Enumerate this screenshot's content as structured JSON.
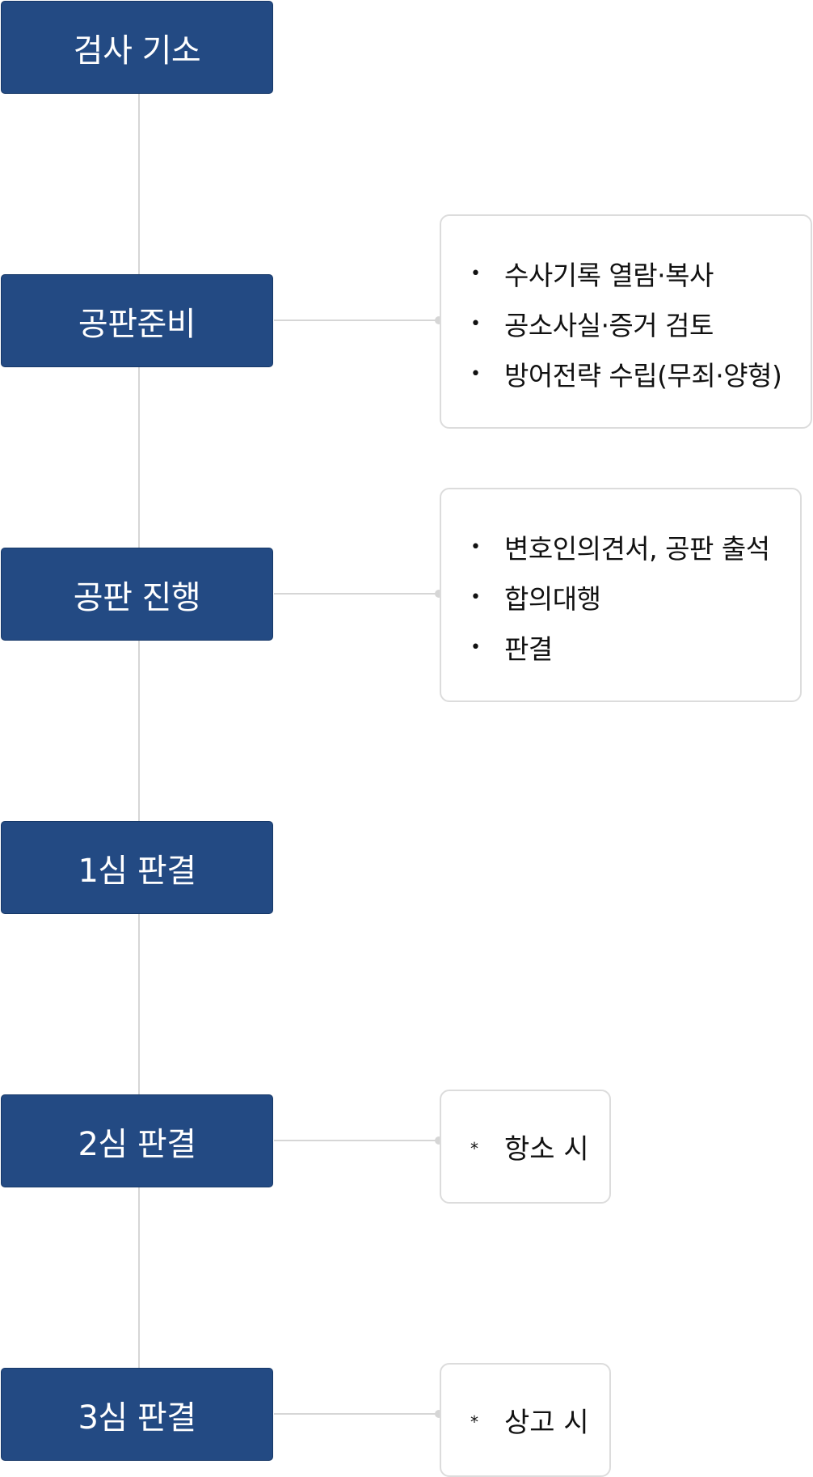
{
  "colors": {
    "step_fill": "#234a83",
    "step_text": "#ffffff",
    "line": "#d6d6d6",
    "note_border": "#dcdcdc"
  },
  "steps": [
    {
      "label": "검사 기소"
    },
    {
      "label": "공판준비"
    },
    {
      "label": "공판 진행"
    },
    {
      "label": "1심 판결"
    },
    {
      "label": "2심 판결"
    },
    {
      "label": "3심 판결"
    }
  ],
  "notes": {
    "prep": {
      "items": [
        "수사기록 열람·복사",
        "공소사실·증거 검토",
        "방어전략 수립(무죄·양형)"
      ]
    },
    "trial": {
      "items": [
        "변호인의견서, 공판 출석",
        "합의대행",
        "판결"
      ]
    },
    "second": {
      "marker": "*",
      "text": "항소 시"
    },
    "third": {
      "marker": "*",
      "text": "상고 시"
    }
  },
  "bullet_symbol": "•"
}
